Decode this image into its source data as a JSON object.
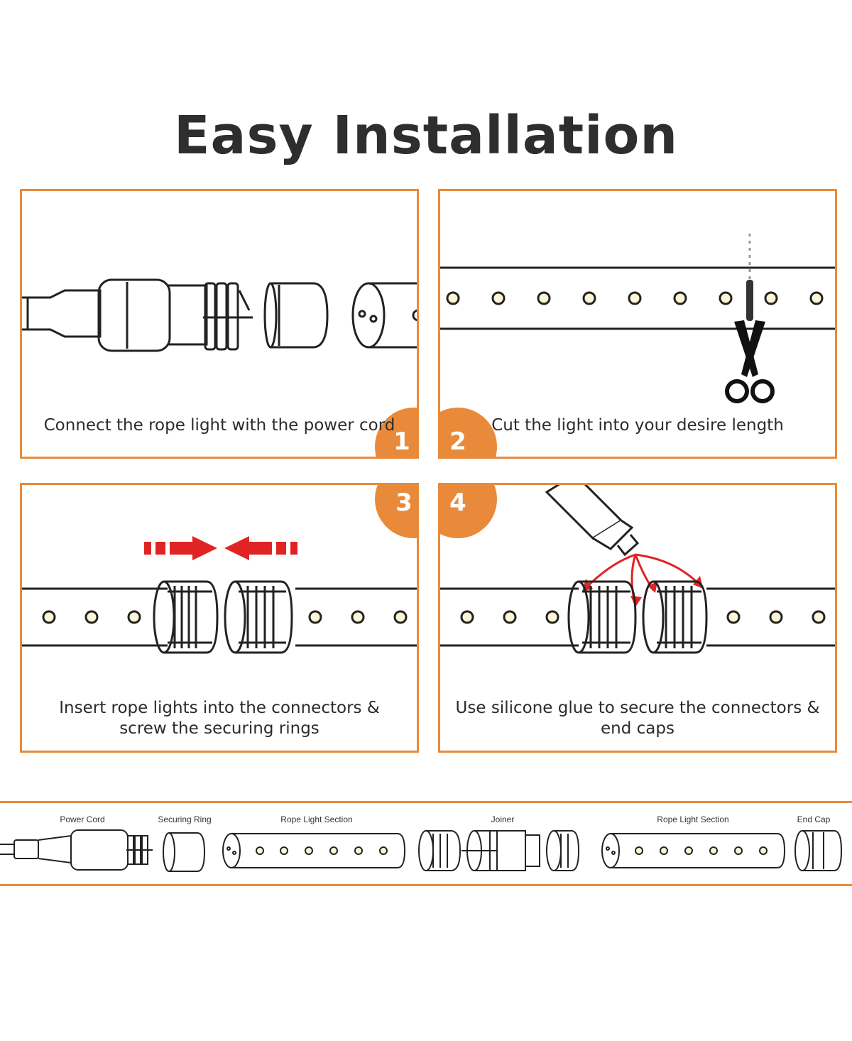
{
  "title": "Easy Installation",
  "accent_color": "#e98a3a",
  "arrow_color": "#e02424",
  "led_color": "#fdf6d6",
  "steps": [
    {
      "number": "1",
      "caption": "Connect the rope light with the power cord"
    },
    {
      "number": "2",
      "caption": "Cut the light into your desire length"
    },
    {
      "number": "3",
      "caption_line1": "Insert rope lights into the connectors &",
      "caption_line2": "screw the securing rings"
    },
    {
      "number": "4",
      "caption_line1": "Use silicone glue to secure the connectors &",
      "caption_line2": "end caps"
    }
  ],
  "parts": [
    "Power Cord",
    "Securing Ring",
    "Rope Light Section",
    "Joiner",
    "Rope Light Section",
    "End Cap"
  ],
  "icons": [
    "power-cord-plug-icon",
    "securing-ring-icon",
    "scissors-icon",
    "silicone-tube-icon",
    "connector-icon",
    "end-cap-icon"
  ]
}
